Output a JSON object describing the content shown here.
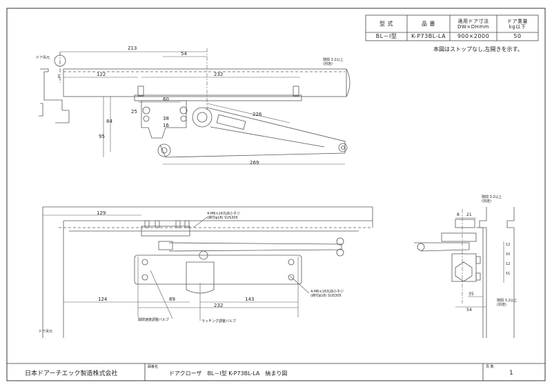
{
  "spec_table": {
    "headers": [
      "型 式",
      "品 番",
      "適用ドア寸法\nDW×DHmm",
      "ドア重量\nkg以下"
    ],
    "row": [
      "BL－Ⅰ型",
      "K-P73BL-LA",
      "900×2000",
      "50"
    ]
  },
  "note": "本図はストップなし,左開きを示す。",
  "top_view": {
    "dims": [
      "213",
      "54",
      "122",
      "232",
      "60",
      "25",
      "38",
      "16",
      "84",
      "95",
      "226",
      "269",
      "3"
    ],
    "labels": {
      "door_center": "ドア吊元",
      "clearance": "隙間 3.2以上\n(別途)"
    }
  },
  "front_view": {
    "dims": [
      "129",
      "124",
      "89",
      "232",
      "143"
    ],
    "labels": {
      "screw_top": "4-M6×16丸皿小ネジ\n(締付φ18) SUS305",
      "screw_bottom": "4-M6×16丸皿小ネジ\n(締付φ18) SUS305",
      "valve_speed": "開閉速度調整バルブ",
      "valve_latch": "ラッチング調整バルブ",
      "door_center": "ドア吊元"
    }
  },
  "side_view": {
    "dims": [
      "8",
      "21",
      "12",
      "12",
      "35",
      "54",
      "51",
      "10"
    ],
    "labels": {
      "clearance_top": "隙間 3.2以上\n(別途)",
      "clearance_bottom": "隙間 3.2以上\n(別途)"
    }
  },
  "footer": {
    "company": "日本ドアーチエック製造株式会社",
    "title_label": "図番名",
    "title": "ドアクローザ　BL－Ⅰ型 K-P73BL-LA　納まり図",
    "page_label": "頁 数",
    "page": "1"
  },
  "colors": {
    "line": "#555555",
    "frame": "#333333",
    "paper": "#ffffff"
  }
}
